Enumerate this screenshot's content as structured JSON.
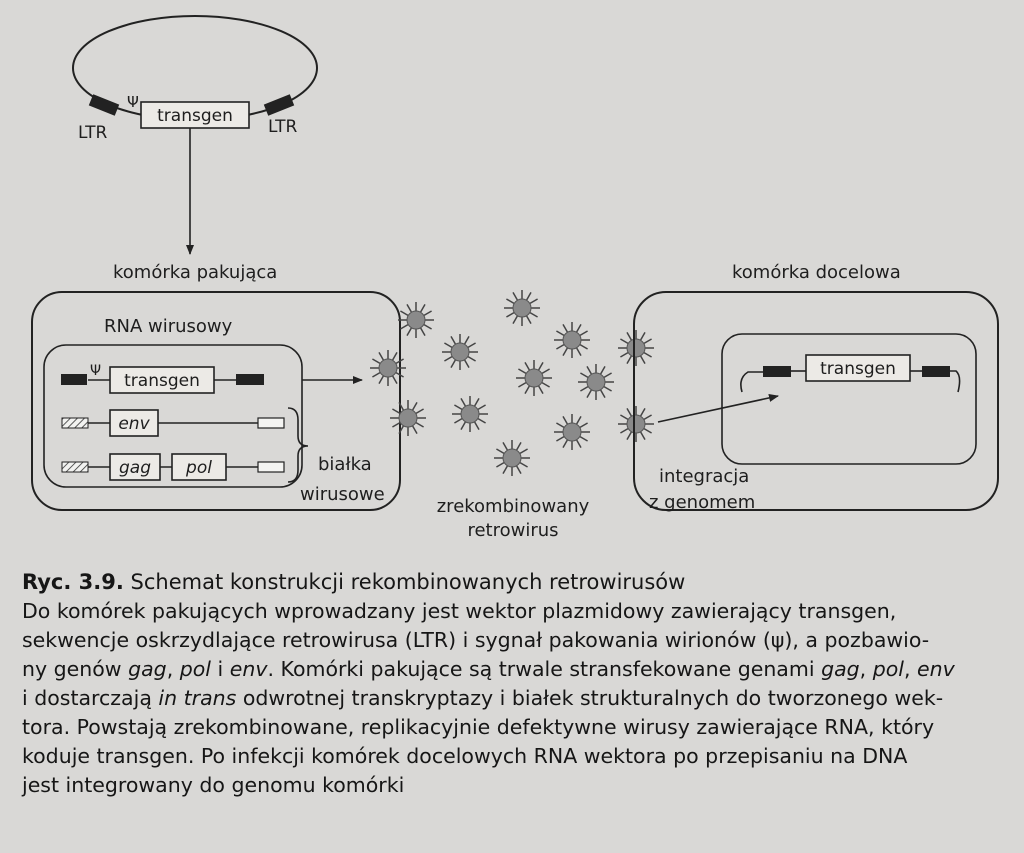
{
  "diagram": {
    "plasmid": {
      "psi": "Ψ",
      "transgen": "transgen",
      "ltr_left": "LTR",
      "ltr_right": "LTR"
    },
    "packaging_cell": {
      "title": "komórka pakująca",
      "rna_label": "RNA wirusowy",
      "psi": "Ψ",
      "transgen": "transgen",
      "env": "env",
      "gag": "gag",
      "pol": "pol",
      "proteins_line1": "białka",
      "proteins_line2": "wirusowe"
    },
    "recombinant_line1": "zrekombinowany",
    "recombinant_line2": "retrowirus",
    "target_cell": {
      "title": "komórka docelowa",
      "transgen": "transgen",
      "integration_line1": "integracja",
      "integration_line2": "z genomem"
    }
  },
  "caption": {
    "ryc": "Ryc. 3.9.",
    "title": "Schemat konstrukcji rekombinowanych retrowirusów",
    "lines": [
      [
        {
          "t": "Do komórek pakujących wprowadzany jest wektor plazmidowy zawierający transgen,"
        }
      ],
      [
        {
          "t": "sekwencje oskrzydlające retrowirusa (LTR) i sygnał pakowania wirionów (ψ), a pozbawio-"
        }
      ],
      [
        {
          "t": "ny genów "
        },
        {
          "t": "gag",
          "i": true
        },
        {
          "t": ", "
        },
        {
          "t": "pol",
          "i": true
        },
        {
          "t": " i "
        },
        {
          "t": "env",
          "i": true
        },
        {
          "t": ". Komórki pakujące są trwale stransfekowane genami "
        },
        {
          "t": "gag",
          "i": true
        },
        {
          "t": ", "
        },
        {
          "t": "pol",
          "i": true
        },
        {
          "t": ", "
        },
        {
          "t": "env",
          "i": true
        }
      ],
      [
        {
          "t": "i dostarczają "
        },
        {
          "t": "in trans",
          "i": true
        },
        {
          "t": " odwrotnej transkryptazy i białek strukturalnych do tworzonego wek-"
        }
      ],
      [
        {
          "t": "tora. Powstają zrekombinowane, replikacyjnie defektywne wirusy zawierające RNA, który"
        }
      ],
      [
        {
          "t": "koduje transgen. Po infekcji komórek docelowych RNA wektora po przepisaniu na DNA"
        }
      ],
      [
        {
          "t": "jest integrowany do genomu komórki"
        }
      ]
    ]
  }
}
